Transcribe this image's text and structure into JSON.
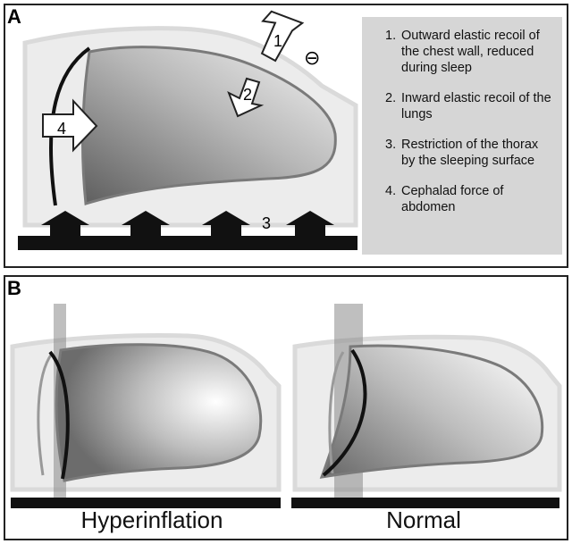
{
  "panel_a": {
    "letter": "A",
    "arrow_labels": {
      "one": "1",
      "two": "2",
      "three": "3",
      "four": "4"
    },
    "reduced_symbol": "⊖",
    "legend": [
      {
        "num": "1.",
        "text": "Outward elastic recoil of the chest wall, reduced during sleep"
      },
      {
        "num": "2.",
        "text": "Inward elastic recoil of the lungs"
      },
      {
        "num": "3.",
        "text": "Restriction of the thorax by the sleeping surface"
      },
      {
        "num": "4.",
        "text": "Cephalad force of abdomen"
      }
    ]
  },
  "panel_b": {
    "letter": "B",
    "captions": {
      "left": "Hyperinflation",
      "right": "Normal"
    }
  },
  "colors": {
    "body_outline": "#e0e0e0",
    "lung_dark": "#6a6a6a",
    "lung_light": "#f2f2f2",
    "legend_bg": "#d6d6d6",
    "diaphragm": "#111111"
  }
}
